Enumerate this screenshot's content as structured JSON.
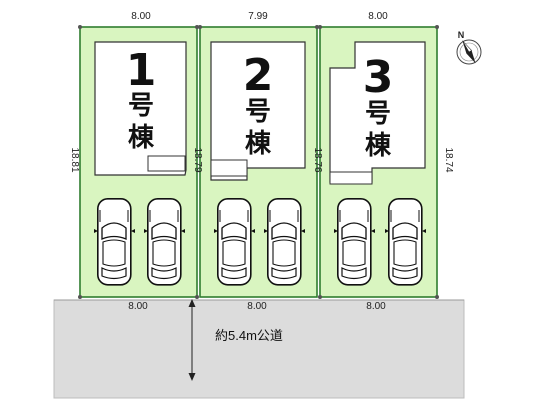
{
  "lots": [
    {
      "name_number": "1",
      "name_line1": "号",
      "name_line2": "棟",
      "top_width": "8.00",
      "bottom_width": "8.00",
      "left_depth": "18.81",
      "right_depth": ""
    },
    {
      "name_number": "2",
      "name_line1": "号",
      "name_line2": "棟",
      "top_width": "7.99",
      "bottom_width": "8.00",
      "left_depth": "18.79",
      "right_depth": ""
    },
    {
      "name_number": "3",
      "name_line1": "号",
      "name_line2": "棟",
      "top_width": "8.00",
      "bottom_width": "8.00",
      "left_depth": "18.76",
      "right_depth": "18.74"
    }
  ],
  "road": {
    "label": "約5.4m公道"
  },
  "compass": {
    "letter": "N",
    "icon": "north-arrow-icon"
  },
  "colors": {
    "lot_fill": "#d9f5c0",
    "lot_border": "#2f7d2f",
    "building_fill": "#ffffff",
    "road_fill": "#dcdcdc",
    "outline": "#222222"
  }
}
